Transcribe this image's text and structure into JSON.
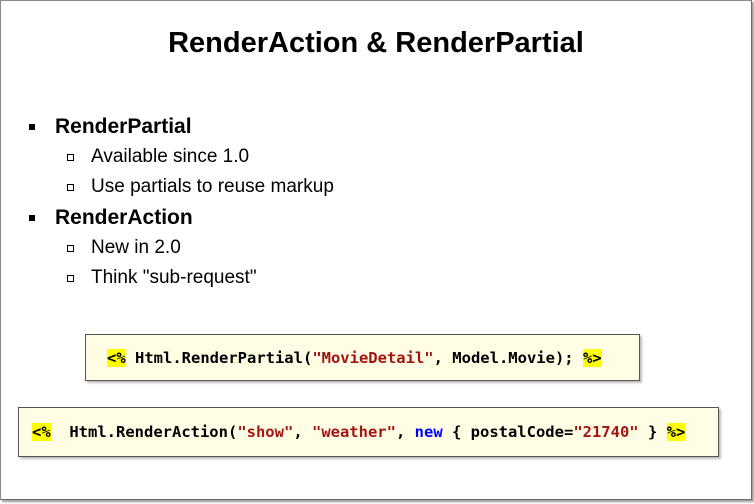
{
  "title": "RenderAction & RenderPartial",
  "bullets": [
    {
      "label": "RenderPartial",
      "sub": [
        "Available since 1.0",
        "Use partials to reuse markup"
      ]
    },
    {
      "label": "RenderAction",
      "sub": [
        "New in 2.0",
        "Think \"sub-request\""
      ]
    }
  ],
  "code1": {
    "open_tag": "<%",
    "part1": " Html.RenderPartial(",
    "str1": "\"MovieDetail\"",
    "part2": ", Model.Movie); ",
    "close_tag": "%>"
  },
  "code2": {
    "open_tag": "<%",
    "part1": "  Html.RenderAction(",
    "str1": "\"show\"",
    "part2": ", ",
    "str2": "\"weather\"",
    "part3": ", ",
    "kw": "new",
    "part4": " { postalCode=",
    "str3": "\"21740\"",
    "part5": " } ",
    "close_tag": "%>"
  }
}
